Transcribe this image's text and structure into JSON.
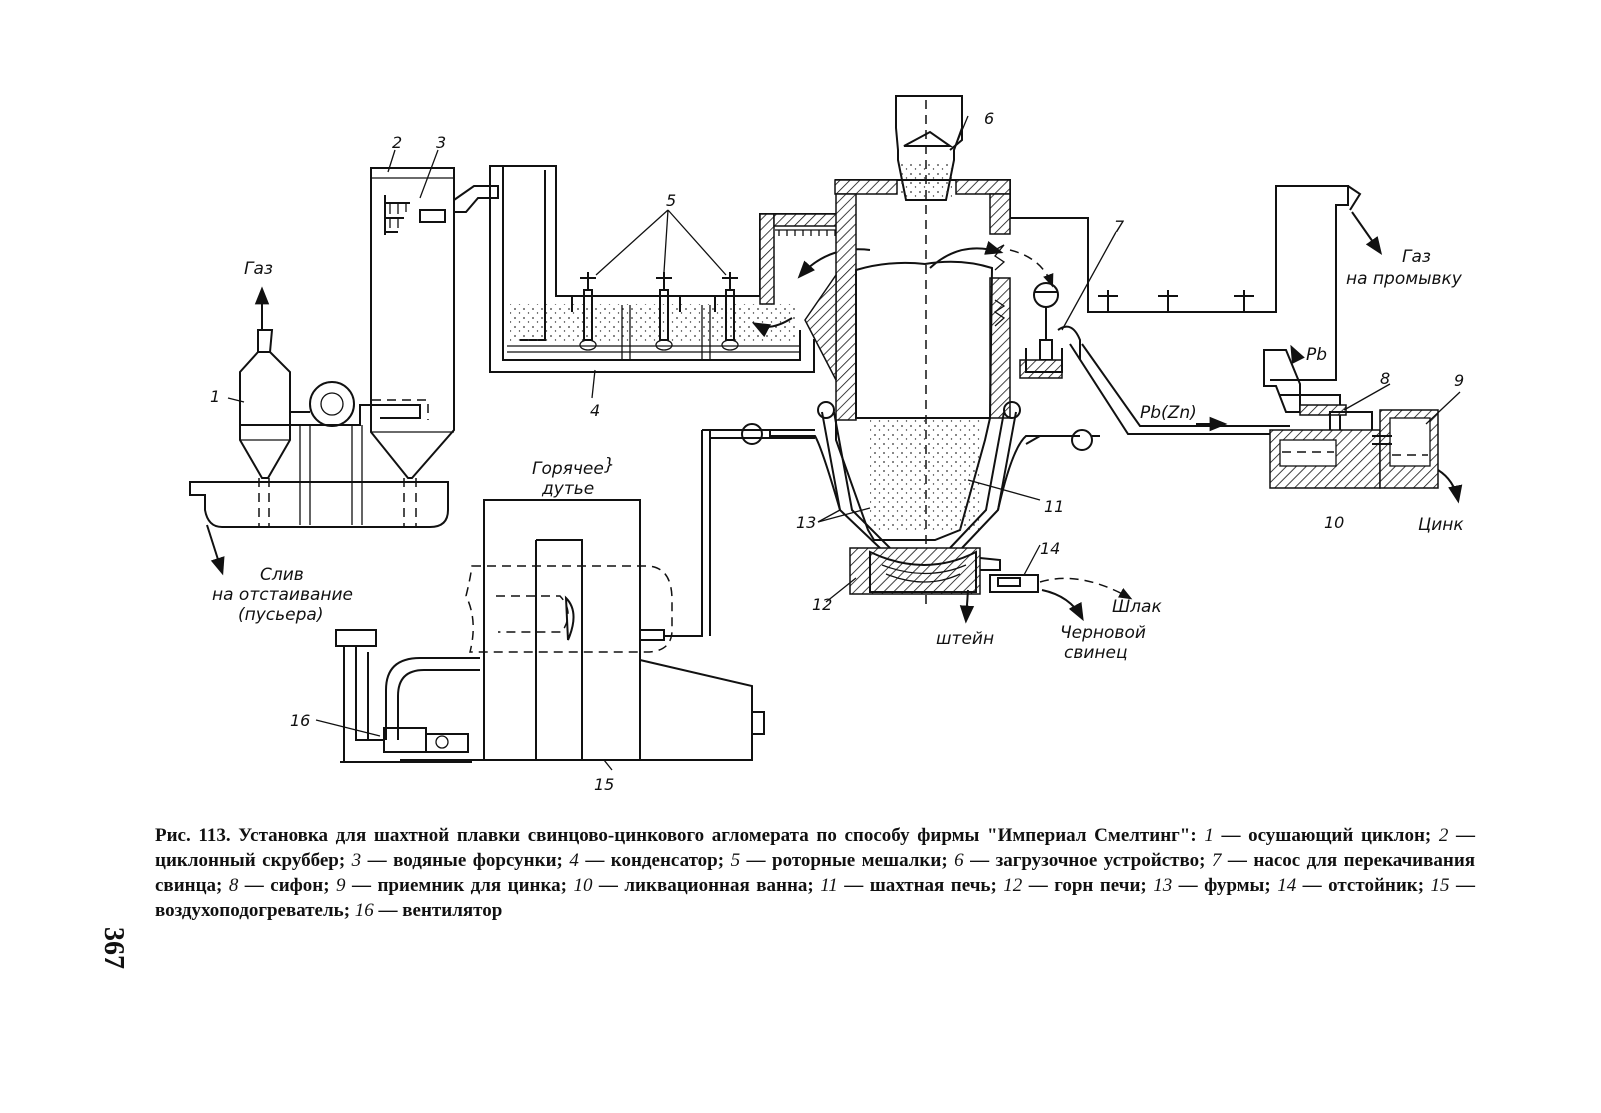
{
  "diagram": {
    "gas_left": "Газ",
    "gas_right_1": "Газ",
    "gas_right_2": "на промывку",
    "drain_1": "Слив",
    "drain_2": "на отстаивание",
    "drain_3": "(пусьера)",
    "hot_blast_1": "Горячее",
    "hot_blast_2": "дутье",
    "pb_label": "Pb",
    "pbzn_label": "Pb(Zn)",
    "zinc": "Цинк",
    "slag": "Шлак",
    "matte": "штейн",
    "crude_lead_1": "Черновой",
    "crude_lead_2": "свинец",
    "n1": "1",
    "n2": "2",
    "n3": "3",
    "n4": "4",
    "n5": "5",
    "n6": "6",
    "n7": "7",
    "n8": "8",
    "n9": "9",
    "n10": "10",
    "n11": "11",
    "n12": "12",
    "n13": "13",
    "n14": "14",
    "n15": "15",
    "n16": "16"
  },
  "caption": {
    "fig_label": "Рис. 113.",
    "title": "Установка для шахтной плавки свинцово-цинкового агломерата по способу фирмы \"Империал Смелтинг\":",
    "legend": [
      {
        "num": "1",
        "text": "осушающий циклон;"
      },
      {
        "num": "2",
        "text": "циклонный скруббер;"
      },
      {
        "num": "3",
        "text": "водяные форсунки;"
      },
      {
        "num": "4",
        "text": "конденсатор;"
      },
      {
        "num": "5",
        "text": "роторные мешалки;"
      },
      {
        "num": "6",
        "text": "загрузочное устройство;"
      },
      {
        "num": "7",
        "text": "насос для перекачивания свинца;"
      },
      {
        "num": "8",
        "text": "сифон;"
      },
      {
        "num": "9",
        "text": "приемник для цинка;"
      },
      {
        "num": "10",
        "text": "ликвационная ванна;"
      },
      {
        "num": "11",
        "text": "шахтная печь;"
      },
      {
        "num": "12",
        "text": "горн печи;"
      },
      {
        "num": "13",
        "text": "фурмы;"
      },
      {
        "num": "14",
        "text": "отстойник;"
      },
      {
        "num": "15",
        "text": "воздухоподогреватель;"
      },
      {
        "num": "16",
        "text": "вентилятор"
      }
    ]
  },
  "page_number": "367"
}
